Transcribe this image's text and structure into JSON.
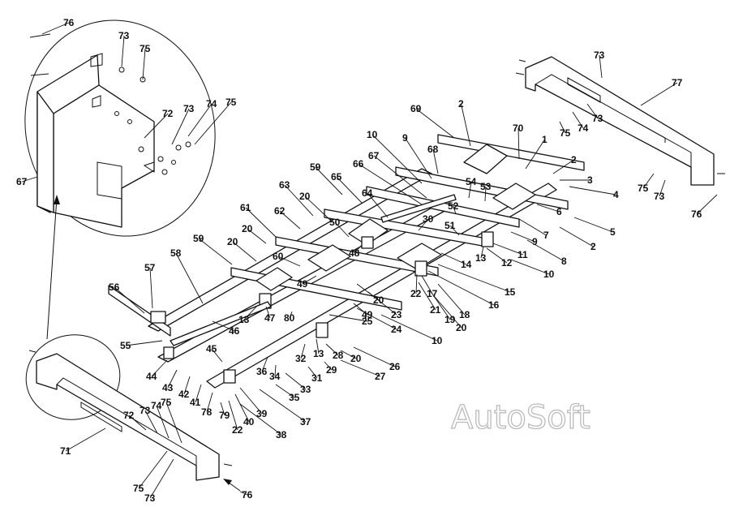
{
  "watermark": "AutoSoft",
  "callouts": [
    {
      "id": "c76a",
      "text": "76"
    },
    {
      "id": "c73a",
      "text": "73"
    },
    {
      "id": "c75a",
      "text": "75"
    },
    {
      "id": "c72a",
      "text": "72"
    },
    {
      "id": "c73b",
      "text": "73"
    },
    {
      "id": "c74a",
      "text": "74"
    },
    {
      "id": "c75b",
      "text": "75"
    },
    {
      "id": "c67a",
      "text": "67"
    },
    {
      "id": "c73c",
      "text": "73"
    },
    {
      "id": "c77",
      "text": "77"
    },
    {
      "id": "c69",
      "text": "69"
    },
    {
      "id": "c2a",
      "text": "2"
    },
    {
      "id": "c70",
      "text": "70"
    },
    {
      "id": "c75c",
      "text": "75"
    },
    {
      "id": "c74b",
      "text": "74"
    },
    {
      "id": "c73d",
      "text": "73"
    },
    {
      "id": "c1",
      "text": "1"
    },
    {
      "id": "c2b",
      "text": "2"
    },
    {
      "id": "c3",
      "text": "3"
    },
    {
      "id": "c4",
      "text": "4"
    },
    {
      "id": "c75d",
      "text": "75"
    },
    {
      "id": "c73e",
      "text": "73"
    },
    {
      "id": "c76b",
      "text": "76"
    },
    {
      "id": "c10a",
      "text": "10"
    },
    {
      "id": "c9a",
      "text": "9"
    },
    {
      "id": "c68",
      "text": "68"
    },
    {
      "id": "c67b",
      "text": "67"
    },
    {
      "id": "c54",
      "text": "54"
    },
    {
      "id": "c53",
      "text": "53"
    },
    {
      "id": "c59a",
      "text": "59"
    },
    {
      "id": "c65",
      "text": "65"
    },
    {
      "id": "c66",
      "text": "66"
    },
    {
      "id": "c63",
      "text": "63"
    },
    {
      "id": "c20a",
      "text": "20"
    },
    {
      "id": "c64",
      "text": "64"
    },
    {
      "id": "c52",
      "text": "52"
    },
    {
      "id": "c61",
      "text": "61"
    },
    {
      "id": "c62",
      "text": "62"
    },
    {
      "id": "c50",
      "text": "50"
    },
    {
      "id": "c30",
      "text": "30"
    },
    {
      "id": "c51",
      "text": "51"
    },
    {
      "id": "c6",
      "text": "6"
    },
    {
      "id": "c7",
      "text": "7"
    },
    {
      "id": "c2c",
      "text": "2"
    },
    {
      "id": "c5",
      "text": "5"
    },
    {
      "id": "c9b",
      "text": "9"
    },
    {
      "id": "c8",
      "text": "8"
    },
    {
      "id": "c11",
      "text": "11"
    },
    {
      "id": "c12",
      "text": "12"
    },
    {
      "id": "c13a",
      "text": "13"
    },
    {
      "id": "c14",
      "text": "14"
    },
    {
      "id": "c10b",
      "text": "10"
    },
    {
      "id": "c20b",
      "text": "20"
    },
    {
      "id": "c48",
      "text": "48"
    },
    {
      "id": "c59b",
      "text": "59"
    },
    {
      "id": "c20c",
      "text": "20"
    },
    {
      "id": "c60",
      "text": "60"
    },
    {
      "id": "c15",
      "text": "15"
    },
    {
      "id": "c16",
      "text": "16"
    },
    {
      "id": "c22a",
      "text": "22"
    },
    {
      "id": "c17",
      "text": "17"
    },
    {
      "id": "c21",
      "text": "21"
    },
    {
      "id": "c19",
      "text": "19"
    },
    {
      "id": "c18",
      "text": "18"
    },
    {
      "id": "c20d",
      "text": "20"
    },
    {
      "id": "c58",
      "text": "58"
    },
    {
      "id": "c49a",
      "text": "49"
    },
    {
      "id": "c20e",
      "text": "20"
    },
    {
      "id": "c57",
      "text": "57"
    },
    {
      "id": "c23",
      "text": "23"
    },
    {
      "id": "c49b",
      "text": "49"
    },
    {
      "id": "c56",
      "text": "56"
    },
    {
      "id": "c24",
      "text": "24"
    },
    {
      "id": "c47",
      "text": "47"
    },
    {
      "id": "c80",
      "text": "80"
    },
    {
      "id": "c25",
      "text": "25"
    },
    {
      "id": "c13b",
      "text": "13"
    },
    {
      "id": "c46",
      "text": "46"
    },
    {
      "id": "c10c",
      "text": "10"
    },
    {
      "id": "c55",
      "text": "55"
    },
    {
      "id": "c45",
      "text": "45"
    },
    {
      "id": "c32",
      "text": "32"
    },
    {
      "id": "c13c",
      "text": "13"
    },
    {
      "id": "c28",
      "text": "28"
    },
    {
      "id": "c20f",
      "text": "20"
    },
    {
      "id": "c26",
      "text": "26"
    },
    {
      "id": "c44",
      "text": "44"
    },
    {
      "id": "c36",
      "text": "36"
    },
    {
      "id": "c31",
      "text": "31"
    },
    {
      "id": "c29",
      "text": "29"
    },
    {
      "id": "c27",
      "text": "27"
    },
    {
      "id": "c43",
      "text": "43"
    },
    {
      "id": "c34",
      "text": "34"
    },
    {
      "id": "c42",
      "text": "42"
    },
    {
      "id": "c33",
      "text": "33"
    },
    {
      "id": "c41",
      "text": "41"
    },
    {
      "id": "c35",
      "text": "35"
    },
    {
      "id": "c78",
      "text": "78"
    },
    {
      "id": "c79",
      "text": "79"
    },
    {
      "id": "c39",
      "text": "39"
    },
    {
      "id": "c40",
      "text": "40"
    },
    {
      "id": "c37",
      "text": "37"
    },
    {
      "id": "c22b",
      "text": "22"
    },
    {
      "id": "c38",
      "text": "38"
    },
    {
      "id": "c72b",
      "text": "72"
    },
    {
      "id": "c73f",
      "text": "73"
    },
    {
      "id": "c74c",
      "text": "74"
    },
    {
      "id": "c75e",
      "text": "75"
    },
    {
      "id": "c71",
      "text": "71"
    },
    {
      "id": "c75f",
      "text": "75"
    },
    {
      "id": "c73g",
      "text": "73"
    },
    {
      "id": "c76c",
      "text": "76"
    }
  ]
}
